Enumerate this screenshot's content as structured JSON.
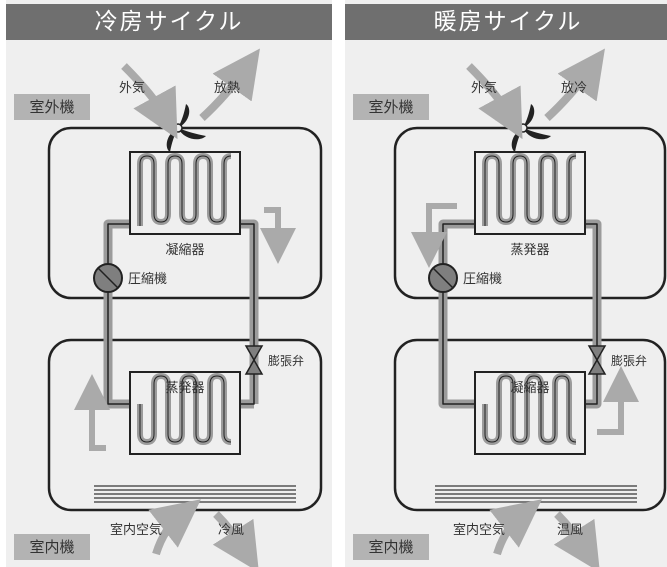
{
  "cooling": {
    "title": "冷房サイクル",
    "outdoor_unit": "室外機",
    "indoor_unit": "室内機",
    "outside_air": "外気",
    "exhaust": "放熱",
    "outdoor_coil": "凝縮器",
    "compressor": "圧縮機",
    "expansion_valve": "膨張弁",
    "indoor_coil": "蒸発器",
    "room_air": "室内空気",
    "outlet_air": "冷風"
  },
  "heating": {
    "title": "暖房サイクル",
    "outdoor_unit": "室外機",
    "indoor_unit": "室内機",
    "outside_air": "外気",
    "exhaust": "放冷",
    "outdoor_coil": "蒸発器",
    "compressor": "圧縮機",
    "expansion_valve": "膨張弁",
    "indoor_coil": "凝縮器",
    "room_air": "室内空気",
    "outlet_air": "温風"
  },
  "colors": {
    "title_bar": "#6f6f6f",
    "panel_bg": "#efefef",
    "label_bg": "#b3b3b3",
    "pipe": "#9b9b9b",
    "line": "#222222",
    "arrow": "#aaaaaa",
    "fan": "#222222"
  },
  "icons": [
    "fan-icon",
    "compressor-icon",
    "expansion-valve-icon",
    "airflow-arrow-icon"
  ]
}
